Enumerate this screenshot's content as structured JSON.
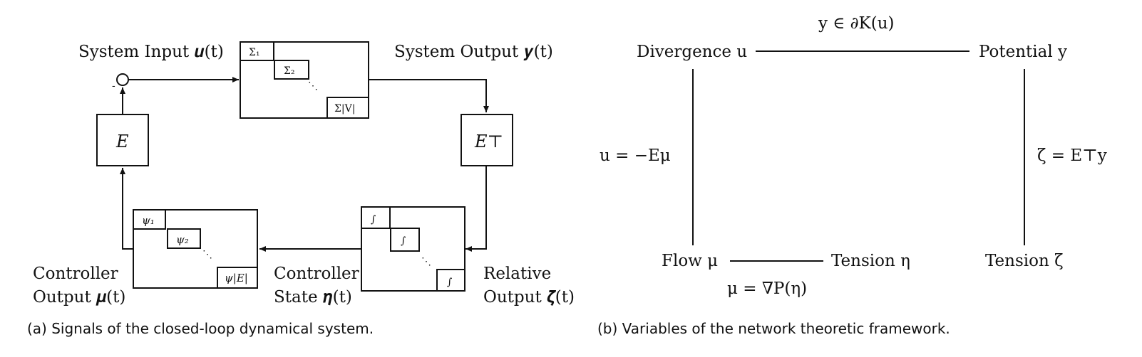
{
  "panel_a": {
    "caption": "(a) Signals of the closed-loop dynamical system.",
    "system_input": "System Input 𝒖(t)",
    "system_output": "System Output 𝒚(t)",
    "controller_output_1": "Controller",
    "controller_output_2": "Output 𝝁(t)",
    "controller_state_1": "Controller",
    "controller_state_2": "State 𝜼(t)",
    "relative_output_1": "Relative",
    "relative_output_2": "Output 𝜻(t)",
    "minus_sign": "-",
    "block_e": "E",
    "block_et": "E⊤",
    "sigma_1": "Σ₁",
    "sigma_2": "Σ₂",
    "sigma_v": "Σ|V|",
    "psi_1": "ψ₁",
    "psi_2": "ψ₂",
    "psi_e": "ψ|E|",
    "int_symbol": "∫",
    "dots": "⋱"
  },
  "panel_b": {
    "caption": "(b) Variables of the network theoretic framework.",
    "top_relation": "y ∈ ∂K(u)",
    "divergence": "Divergence u",
    "potential": "Potential y",
    "left_relation": "u = −Eμ",
    "right_relation": "ζ = E⊤y",
    "flow": "Flow μ",
    "tension_eta": "Tension η",
    "tension_zeta": "Tension ζ",
    "bottom_relation": "μ = ∇P(η)"
  }
}
